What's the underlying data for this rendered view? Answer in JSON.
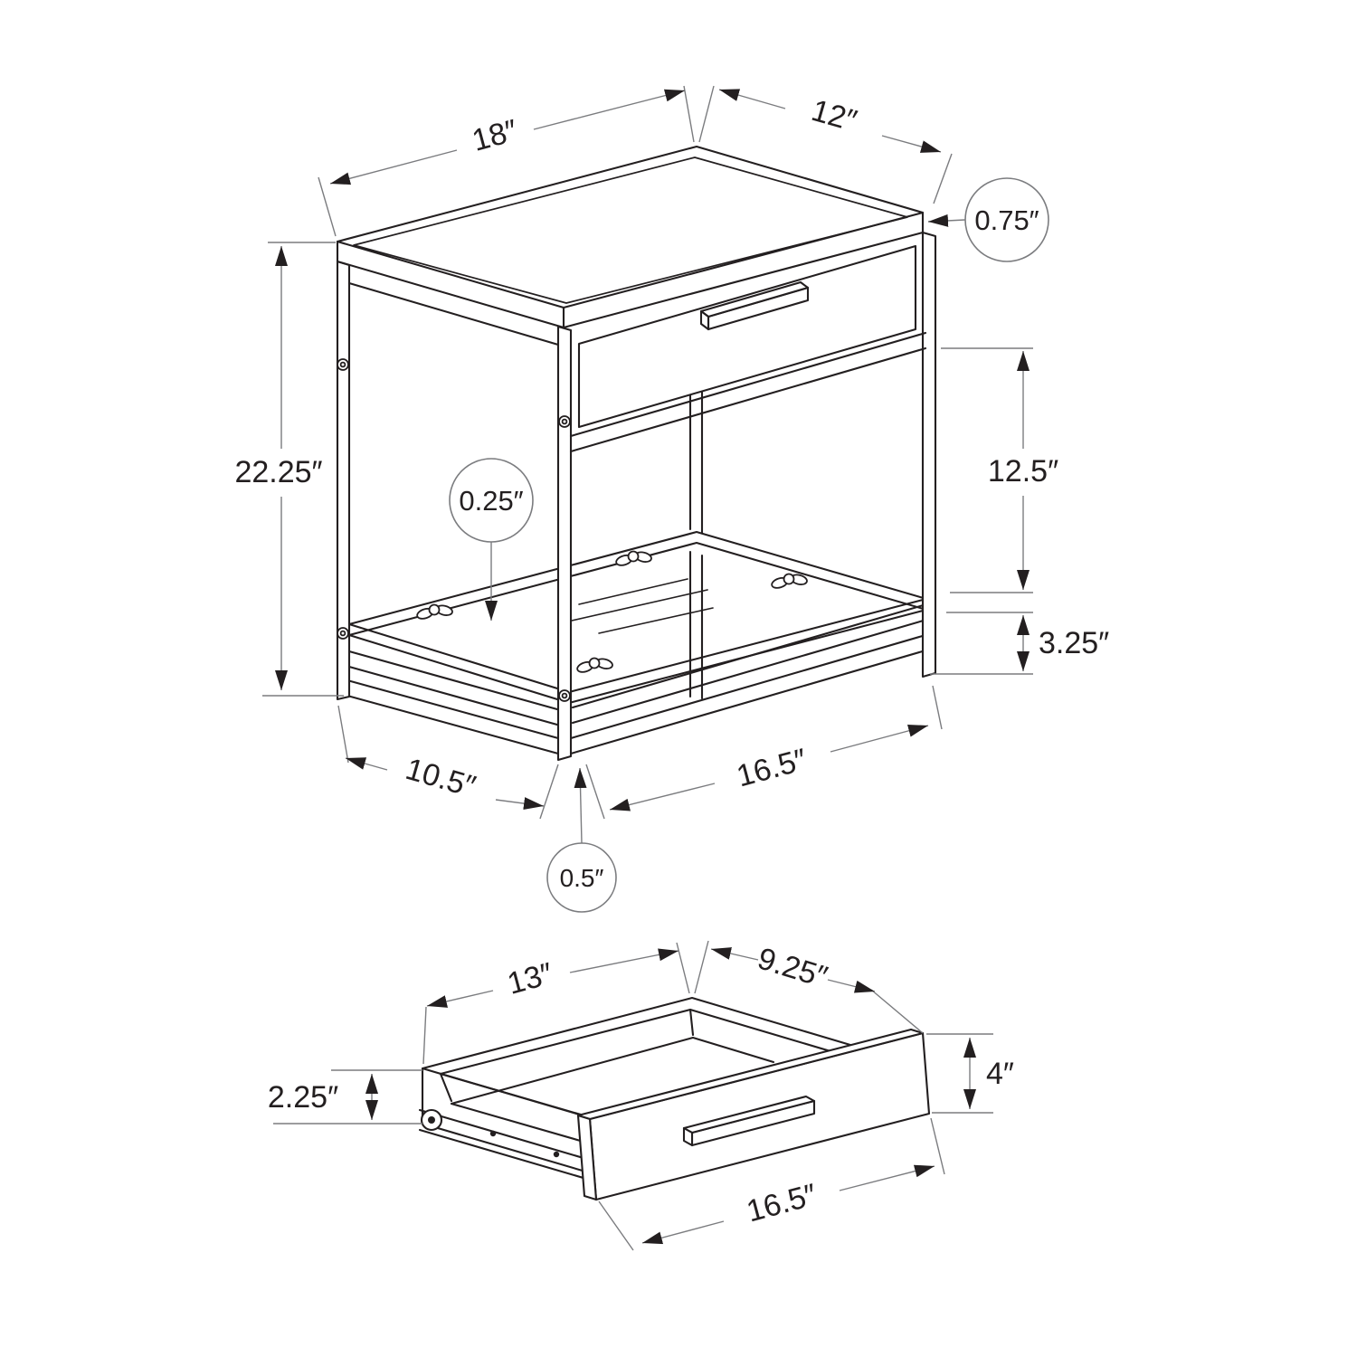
{
  "colors": {
    "line": "#231f20",
    "dimension_line": "#7b7c7f",
    "arrowhead": "#231f20",
    "background": "#ffffff"
  },
  "table_view": {
    "dims": {
      "top_width": "18″",
      "top_depth": "12″",
      "top_thickness": "0.75″",
      "overall_height": "22.25″",
      "open_height": "12.5″",
      "base_frame_height": "3.25″",
      "shelf_thickness": "0.25″",
      "base_depth": "10.5″",
      "base_width": "16.5″",
      "leg_width": "0.5″"
    }
  },
  "drawer_view": {
    "dims": {
      "inner_width": "13″",
      "inner_depth": "9.25″",
      "side_height": "2.25″",
      "front_height": "4″",
      "front_width": "16.5″"
    }
  }
}
